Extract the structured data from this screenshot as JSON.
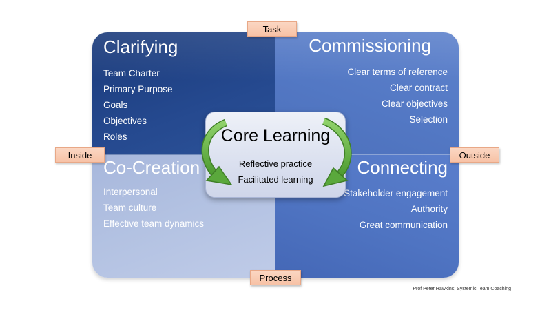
{
  "quadrants": {
    "clarifying": {
      "title": "Clarifying",
      "items": [
        "Team Charter",
        "Primary Purpose",
        "Goals",
        "Objectives",
        "Roles"
      ]
    },
    "commissioning": {
      "title": "Commissioning",
      "items": [
        "Clear terms of reference",
        "Clear contract",
        "Clear objectives",
        "Selection"
      ]
    },
    "co_creation": {
      "title": "Co-Creation",
      "items": [
        "Interpersonal",
        "Team culture",
        "Effective team dynamics"
      ]
    },
    "connecting": {
      "title": "Connecting",
      "items": [
        "Stakeholder engagement",
        "Authority",
        "Great communication"
      ]
    }
  },
  "axis_tags": {
    "task": "Task",
    "inside": "Inside",
    "outside": "Outside",
    "process": "Process"
  },
  "core": {
    "title": "Core Learning",
    "items": [
      "Reflective practice",
      "Facilitated learning"
    ]
  },
  "credit": "Prof Peter Hawkins; Systemic Team Coaching",
  "colors": {
    "clarifying_bg": "#25498f",
    "commissioning_bg": "#5378c4",
    "co_creation_bg": "#b3c2e2",
    "connecting_bg": "#4f74c2",
    "tag_bg": "#f7c2a6",
    "arrow_green": "#5aa83c"
  }
}
